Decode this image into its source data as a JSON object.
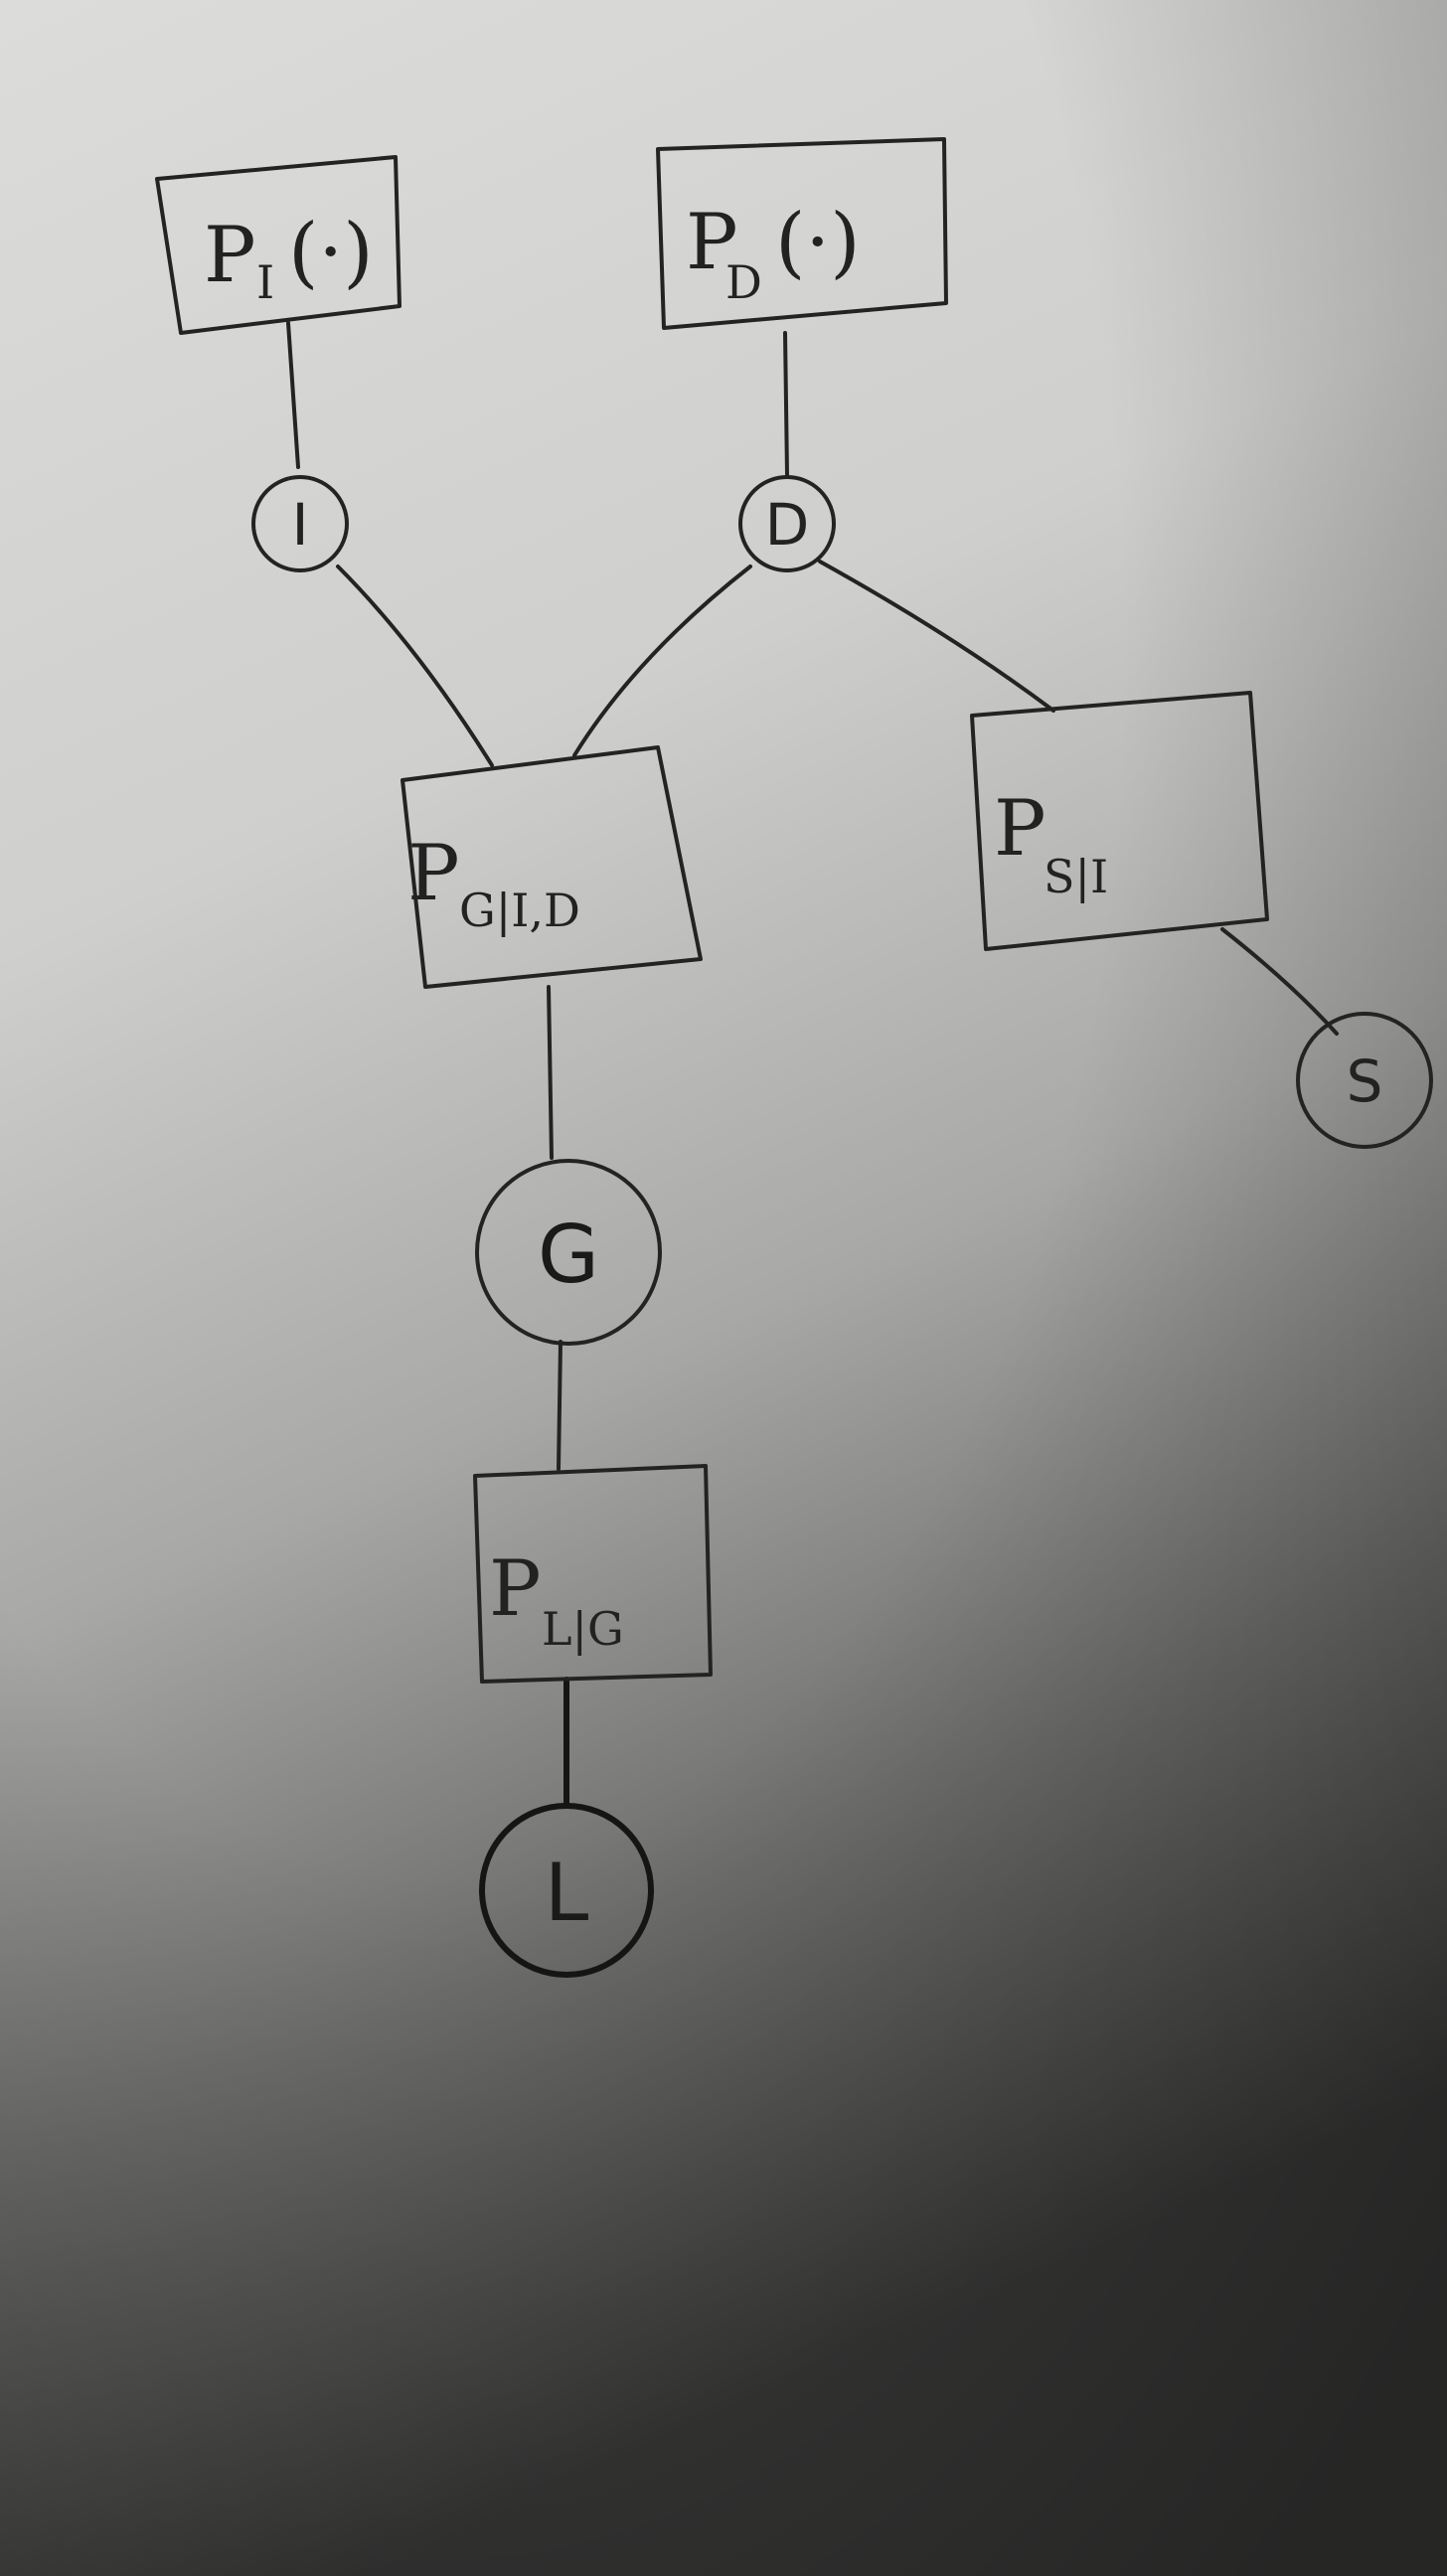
{
  "diagram": {
    "factors": [
      {
        "id": "p-i",
        "main": "P",
        "sub": "I",
        "arg": "(·)"
      },
      {
        "id": "p-d",
        "main": "P",
        "sub": "D",
        "arg": "(·)"
      },
      {
        "id": "p-gid",
        "main": "P",
        "sub": "G|I,D",
        "arg": ""
      },
      {
        "id": "p-si",
        "main": "P",
        "sub": "S|I",
        "arg": ""
      },
      {
        "id": "p-lg",
        "main": "P",
        "sub": "L|G",
        "arg": ""
      }
    ],
    "variables": [
      {
        "id": "i",
        "label": "I"
      },
      {
        "id": "d",
        "label": "D"
      },
      {
        "id": "g",
        "label": "G"
      },
      {
        "id": "s",
        "label": "S"
      },
      {
        "id": "l",
        "label": "L"
      }
    ],
    "edges": [
      {
        "from": "p-i",
        "to": "i"
      },
      {
        "from": "p-d",
        "to": "d"
      },
      {
        "from": "i",
        "to": "p-gid"
      },
      {
        "from": "d",
        "to": "p-gid"
      },
      {
        "from": "d",
        "to": "p-si"
      },
      {
        "from": "p-si",
        "to": "s"
      },
      {
        "from": "p-gid",
        "to": "g"
      },
      {
        "from": "g",
        "to": "p-lg"
      },
      {
        "from": "p-lg",
        "to": "l"
      }
    ]
  },
  "colors": {
    "paper_light": "#d9d9d7",
    "paper_dark": "#2f2f2f",
    "ink": "#232323"
  }
}
